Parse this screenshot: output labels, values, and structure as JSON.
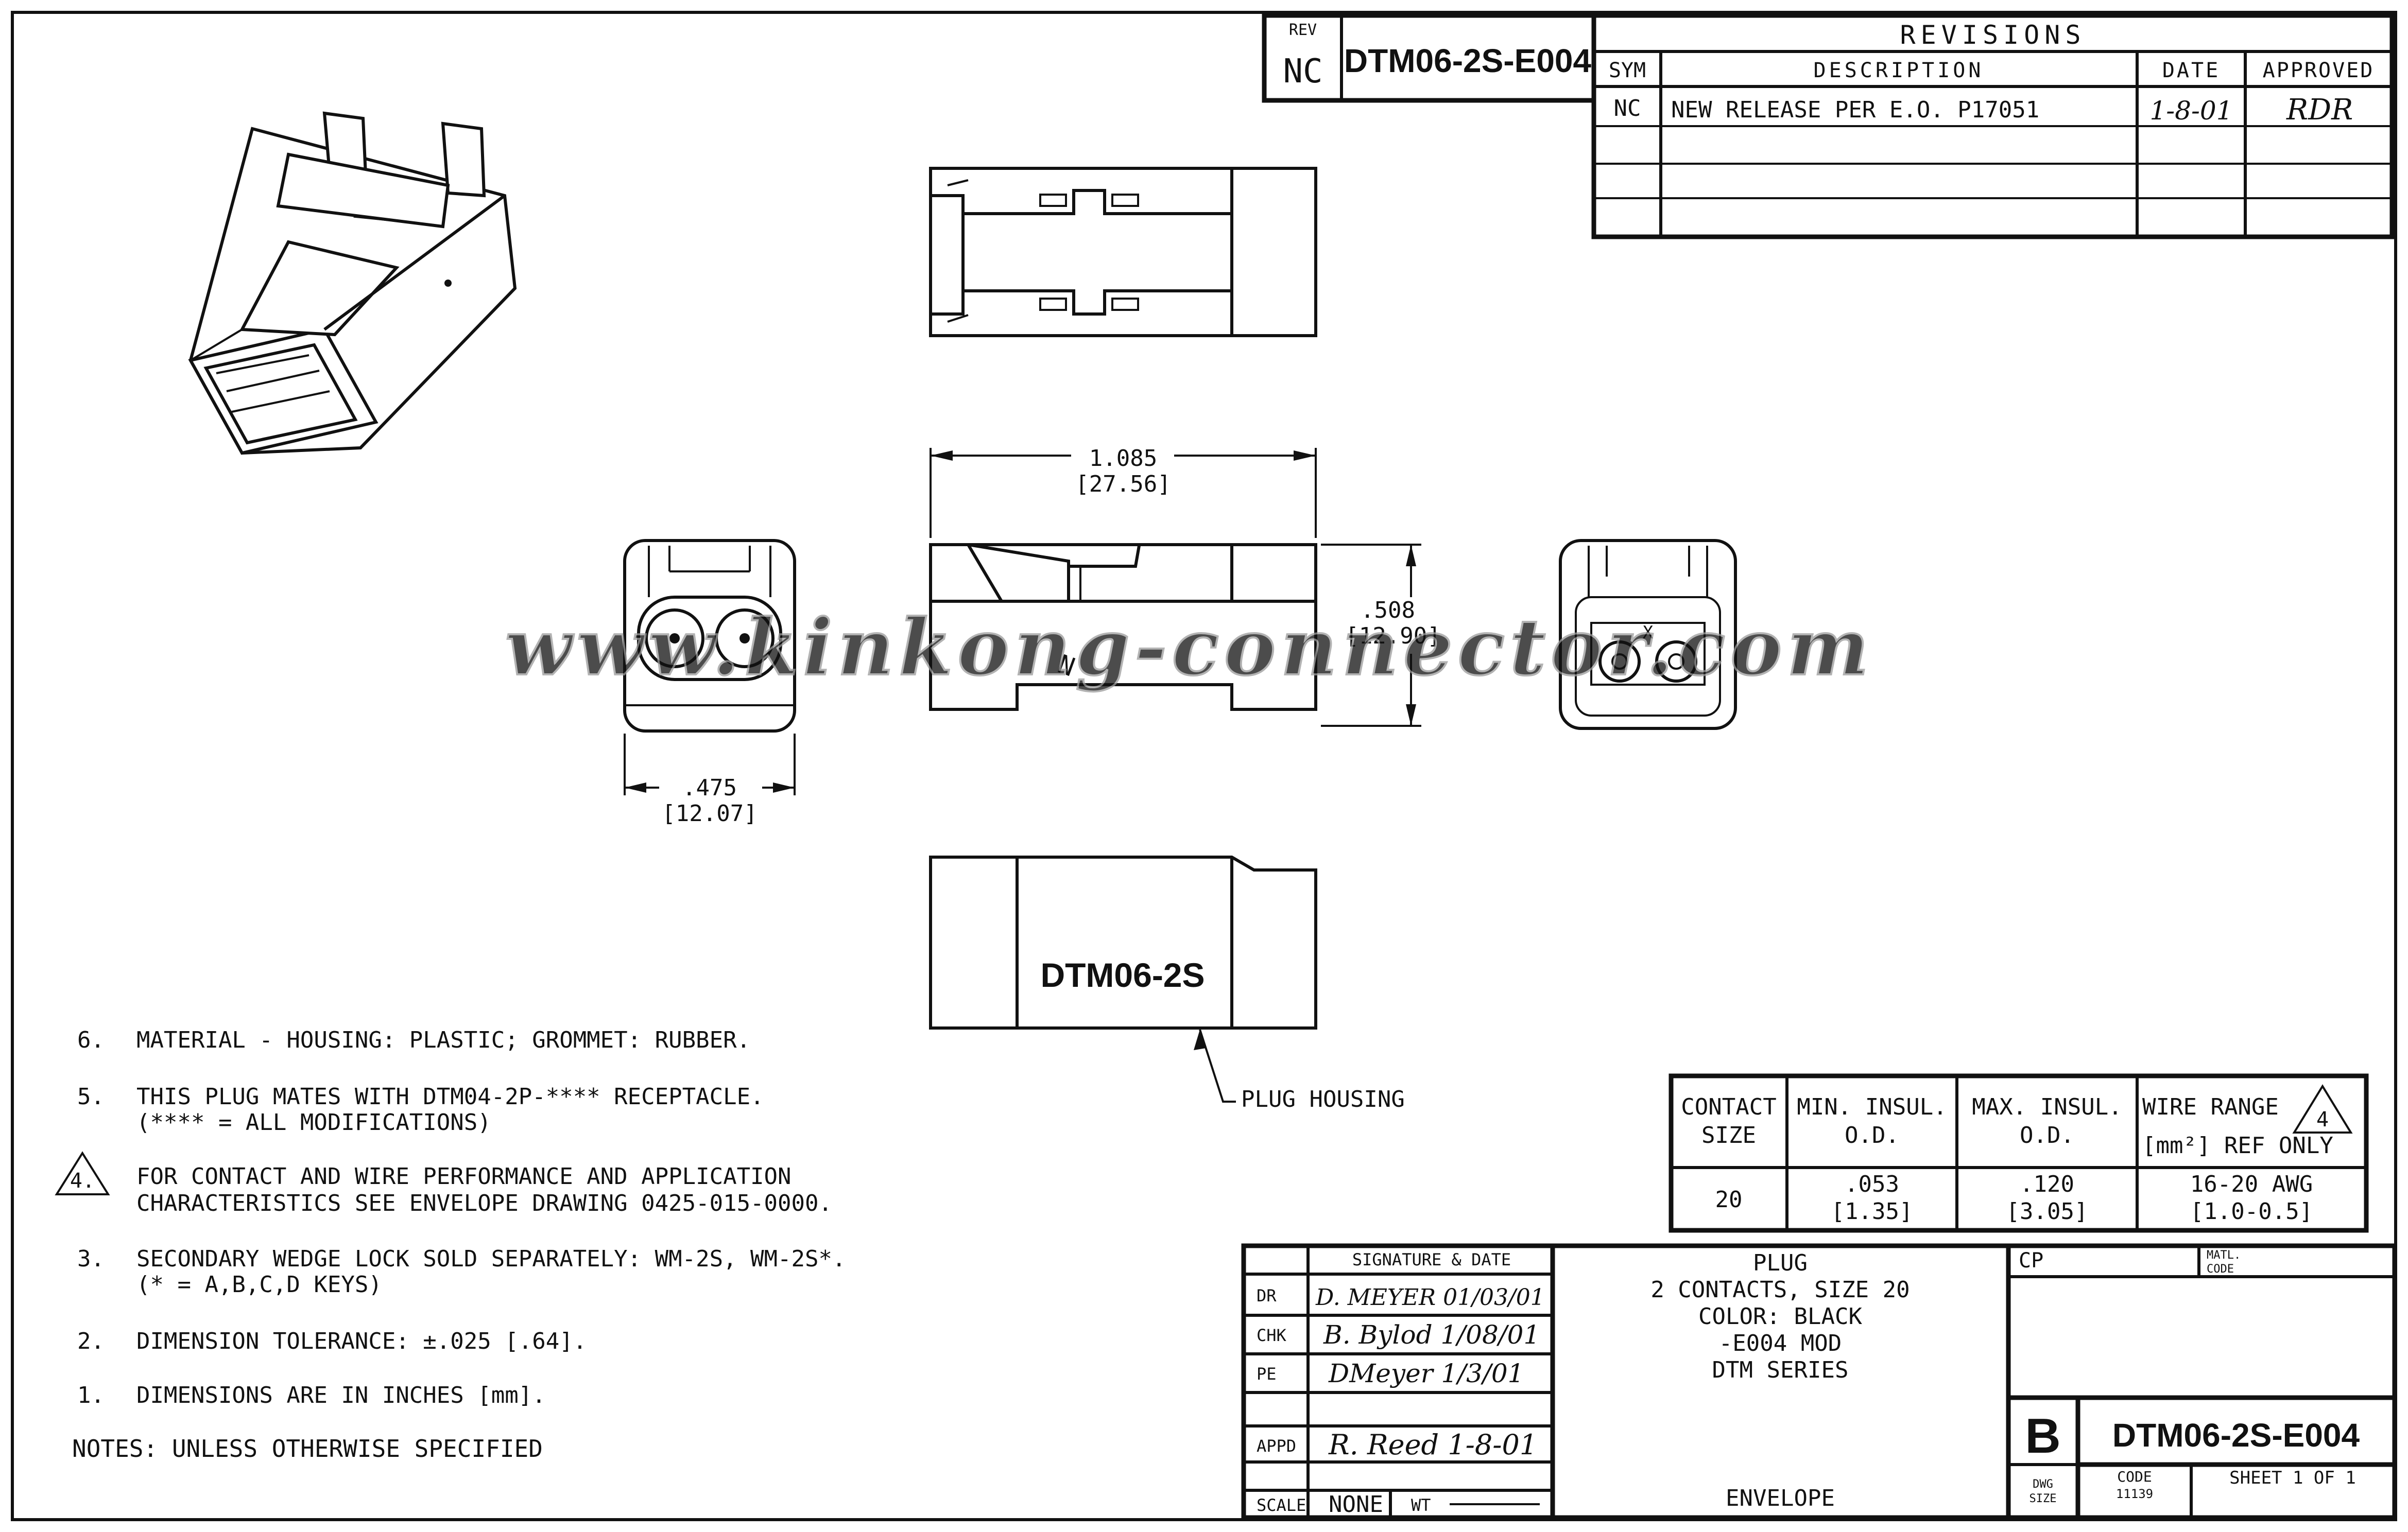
{
  "title_block_top": {
    "rev_label": "REV",
    "rev_value": "NC",
    "drawing_number": "DTM06-2S-E004"
  },
  "revisions": {
    "title": "REVISIONS",
    "headers": [
      "SYM",
      "DESCRIPTION",
      "DATE",
      "APPROVED"
    ],
    "rows": [
      {
        "sym": "NC",
        "description": "NEW RELEASE PER E.O. P17051",
        "date": "1-8-01",
        "approved": "RDR"
      }
    ]
  },
  "dimensions": {
    "length_in": "1.085",
    "length_mm": "[27.56]",
    "height_in": ".508",
    "height_mm": "[12.90]",
    "width_in": ".475",
    "width_mm": "[12.07]"
  },
  "views": {
    "housing_label": "DTM06-2S",
    "plug_housing_callout": "PLUG HOUSING",
    "face_marking": "X"
  },
  "watermark": "www.kinkong-connector.com",
  "notes": {
    "items": [
      {
        "num": "6.",
        "lines": [
          "MATERIAL - HOUSING: PLASTIC; GROMMET: RUBBER."
        ]
      },
      {
        "num": "5.",
        "lines": [
          "THIS PLUG MATES WITH DTM04-2P-**** RECEPTACLE.",
          "(**** = ALL MODIFICATIONS)"
        ]
      },
      {
        "num": "4.",
        "lines": [
          "FOR CONTACT AND WIRE PERFORMANCE AND APPLICATION",
          "CHARACTERISTICS SEE ENVELOPE DRAWING 0425-015-0000."
        ]
      },
      {
        "num": "3.",
        "lines": [
          "SECONDARY WEDGE LOCK SOLD SEPARATELY: WM-2S, WM-2S*.",
          "(* = A,B,C,D KEYS)"
        ]
      },
      {
        "num": "2.",
        "lines": [
          "DIMENSION TOLERANCE: ±.025 [.64]."
        ]
      },
      {
        "num": "1.",
        "lines": [
          "DIMENSIONS ARE IN INCHES [mm]."
        ]
      }
    ],
    "footer": "NOTES: UNLESS OTHERWISE SPECIFIED"
  },
  "contact_table": {
    "headers": [
      [
        "CONTACT",
        "SIZE"
      ],
      [
        "MIN. INSUL.",
        "O.D."
      ],
      [
        "MAX. INSUL.",
        "O.D."
      ],
      [
        "WIRE RANGE",
        "[mm²] REF ONLY"
      ]
    ],
    "header_flag": "4",
    "row": [
      [
        "20",
        ""
      ],
      [
        ".053",
        "[1.35]"
      ],
      [
        ".120",
        "[3.05]"
      ],
      [
        "16-20 AWG",
        "[1.0-0.5]"
      ]
    ]
  },
  "title_block": {
    "signature_header": "SIGNATURE & DATE",
    "rows": [
      {
        "label": "DR",
        "value": "D. MEYER 01/03/01"
      },
      {
        "label": "CHK",
        "value": "B. Bylod 1/08/01"
      },
      {
        "label": "PE",
        "value": "DMeyer 1/3/01"
      },
      {
        "label": "",
        "value": ""
      },
      {
        "label": "APPD",
        "value": "R. Reed 1-8-01"
      }
    ],
    "scale_label": "SCALE",
    "scale_value": "NONE",
    "wt_label": "WT",
    "description_lines": [
      "PLUG",
      "2 CONTACTS, SIZE 20",
      "COLOR: BLACK",
      "-E004 MOD",
      "DTM SERIES"
    ],
    "envelope": "ENVELOPE",
    "cp_label": "CP",
    "matl_code_label": [
      "MATL.",
      "CODE"
    ],
    "size_letter": "B",
    "dwg_size_label": [
      "DWG",
      "SIZE"
    ],
    "drawing_number": "DTM06-2S-E004",
    "code_label": "CODE",
    "code_value": "11139",
    "sheet_label": "SHEET 1 OF 1"
  }
}
